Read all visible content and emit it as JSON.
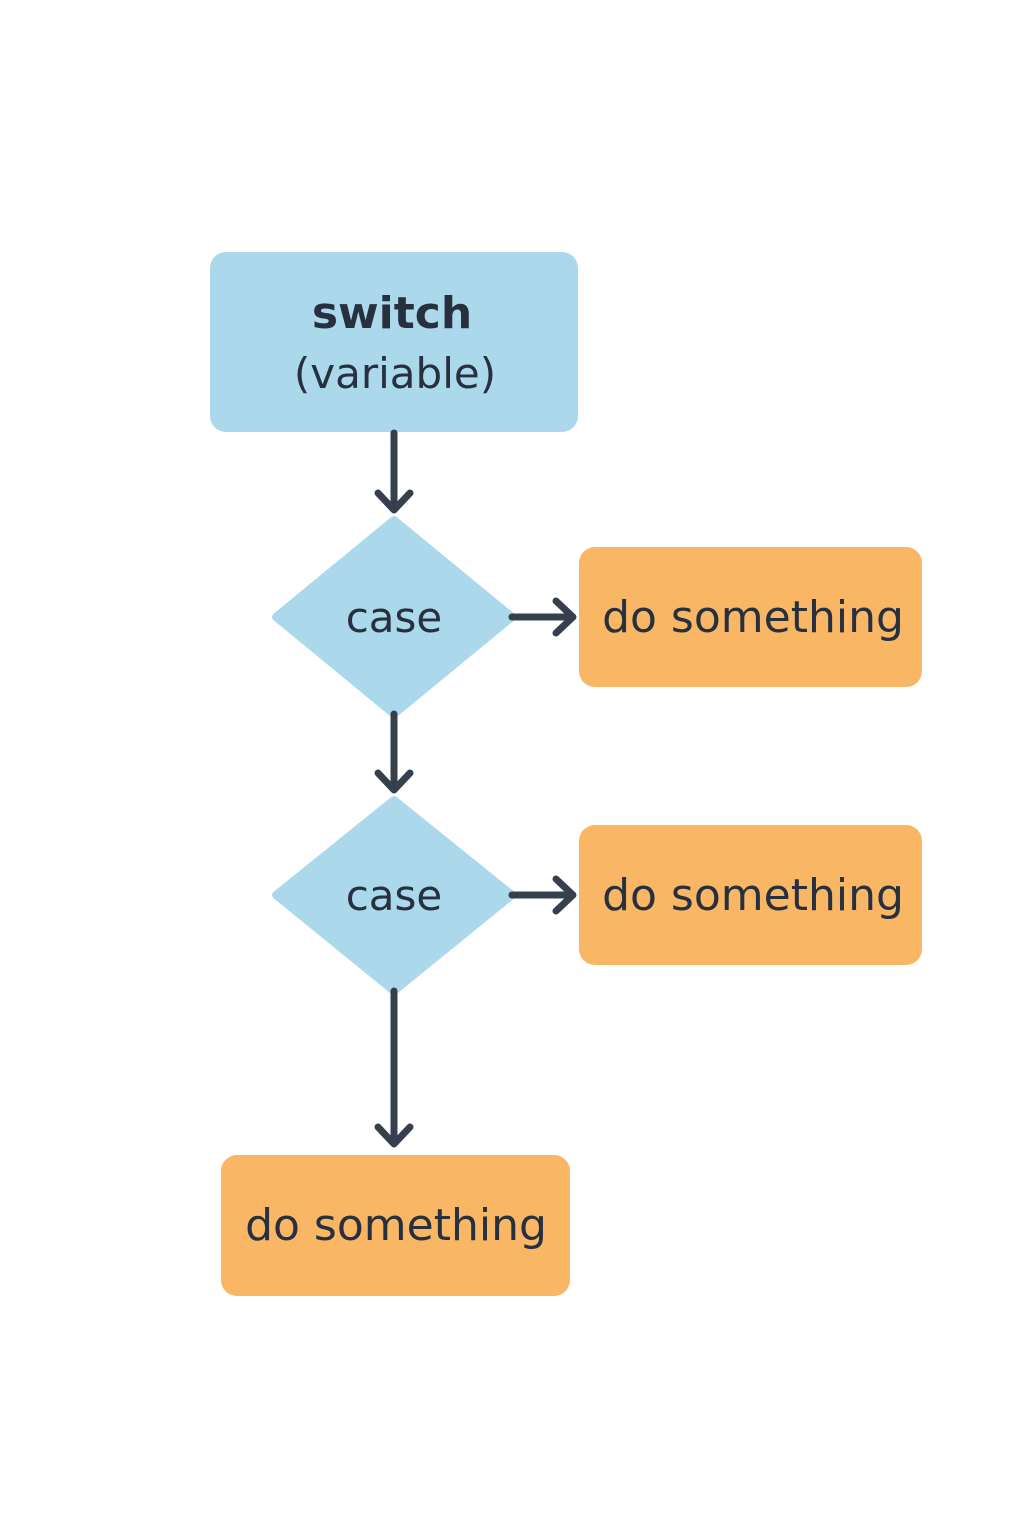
{
  "colors": {
    "decision_fill": "#acd8eb",
    "action_fill": "#f9b766",
    "text": "#27303f",
    "connector": "#36404d"
  },
  "switch_node": {
    "title": "switch",
    "subtitle": "(variable)"
  },
  "cases": [
    {
      "label": "case",
      "action": "do something"
    },
    {
      "label": "case",
      "action": "do something"
    }
  ],
  "default_action": {
    "label": "do something"
  }
}
